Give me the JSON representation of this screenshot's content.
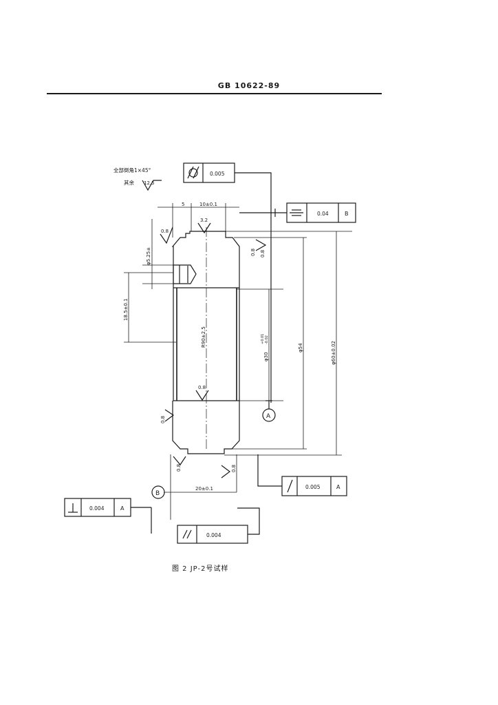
{
  "header": {
    "standard": "GB 10622-89"
  },
  "notes": {
    "chamfer": "全部倒角1×45°",
    "rest_label": "其余",
    "rest_roughness": "12.5"
  },
  "tolerance_frames": {
    "circularity": {
      "value": "0.005"
    },
    "symmetry": {
      "value": "0.04",
      "datum": "B"
    },
    "perpendicularity": {
      "value": "0.004",
      "datum": "A"
    },
    "runout": {
      "value": "0.005",
      "datum": "A"
    },
    "parallelism": {
      "value": "0.004"
    }
  },
  "dimensions": {
    "top_offset": "5",
    "top_width": "10±0.1",
    "hole_dia": "φ5.25±",
    "height_left": "18.5±0.1",
    "radius": "R90±2.5",
    "bore": "φ30",
    "bore_tol_upper": "+0.01",
    "bore_tol_lower": "-0.02",
    "dia_54": "φ54",
    "dia_60": "φ60±0.02",
    "bottom_width": "20±0.1"
  },
  "roughness": {
    "r1": "0.8",
    "r2": "3.2",
    "r3": "0.8",
    "r4": "0.8",
    "r5": "0.8",
    "r6": "0.8",
    "r7": "0.8",
    "r8": "0.8"
  },
  "datums": {
    "a": "A",
    "b": "B"
  },
  "caption": "图 2  JP-2号试样"
}
